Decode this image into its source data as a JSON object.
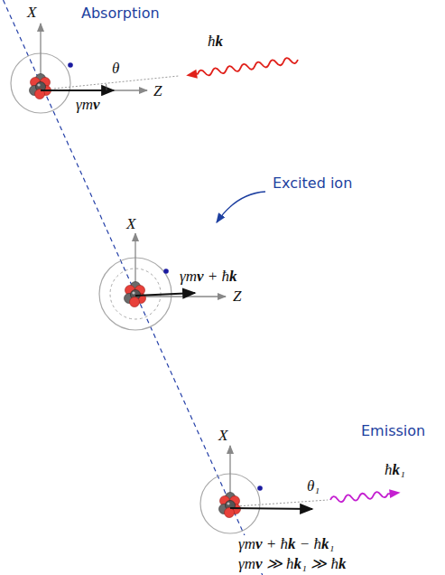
{
  "diagram": {
    "labels": [
      "Absorption",
      "X",
      "ħk",
      "θ",
      "γmv",
      "Z",
      "Excited ion",
      "X",
      "γmv + ħk",
      "Z",
      "Emission",
      "X",
      "ħk₁",
      "θ₁",
      "γmv + ħk − ħk₁",
      "γmv ≫ ħk₁ ≫ ħk"
    ]
  }
}
